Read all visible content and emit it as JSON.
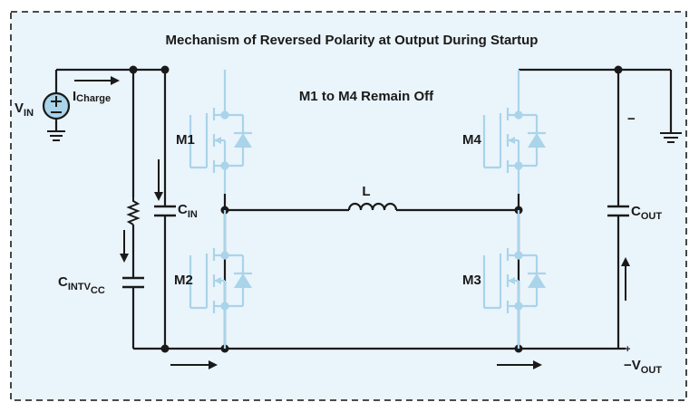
{
  "title": "Mechanism of Reversed Polarity at Output During Startup",
  "status_note": "M1 to M4 Remain Off",
  "colors": {
    "background": "#eaf4fb",
    "wire": "#1a1a1a",
    "mosfet_off": "#a9d4ea",
    "border": "#333333"
  },
  "labels": {
    "vin": {
      "main": "V",
      "sub": "IN"
    },
    "icharge": {
      "main": "I",
      "sub": "Charge"
    },
    "cin": {
      "main": "C",
      "sub": "IN"
    },
    "cintvcc": {
      "main": "C",
      "sub": "INTV",
      "subsub": "CC"
    },
    "inductor": "L",
    "cout": {
      "main": "C",
      "sub": "OUT"
    },
    "vout": {
      "main": "−V",
      "sub": "OUT"
    },
    "m1": "M1",
    "m2": "M2",
    "m3": "M3",
    "m4": "M4",
    "cout_minus": "−",
    "vout_plus": "+"
  },
  "icons": {
    "source": "dc-voltage-source-icon",
    "ground": "ground-icon",
    "arrow": "current-arrow-icon"
  }
}
